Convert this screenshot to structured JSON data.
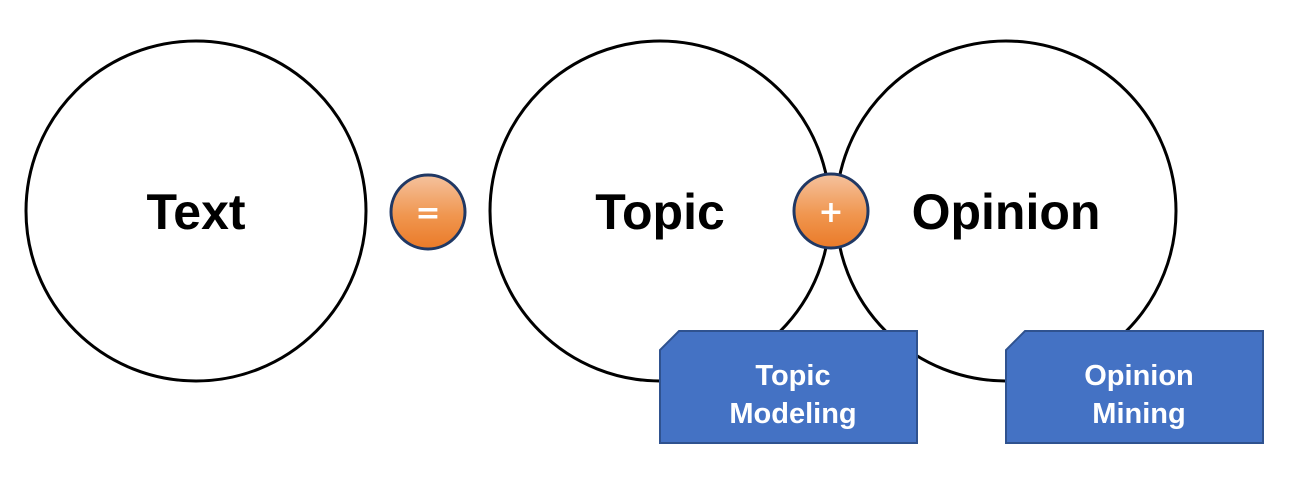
{
  "nodes": {
    "text": {
      "label": "Text"
    },
    "topic": {
      "label": "Topic"
    },
    "opinion": {
      "label": "Opinion"
    }
  },
  "operators": {
    "equals": {
      "symbol": "="
    },
    "plus": {
      "symbol": "+"
    }
  },
  "tags": {
    "topic_modeling": {
      "line1": "Topic",
      "line2": "Modeling"
    },
    "opinion_mining": {
      "line1": "Opinion",
      "line2": "Mining"
    }
  },
  "colors": {
    "circle_stroke": "#000000",
    "operator_fill_top": "#f5c29e",
    "operator_fill_bottom": "#ec7b2d",
    "operator_stroke": "#203864",
    "tag_fill": "#4472c4",
    "tag_stroke": "#2f528f"
  }
}
